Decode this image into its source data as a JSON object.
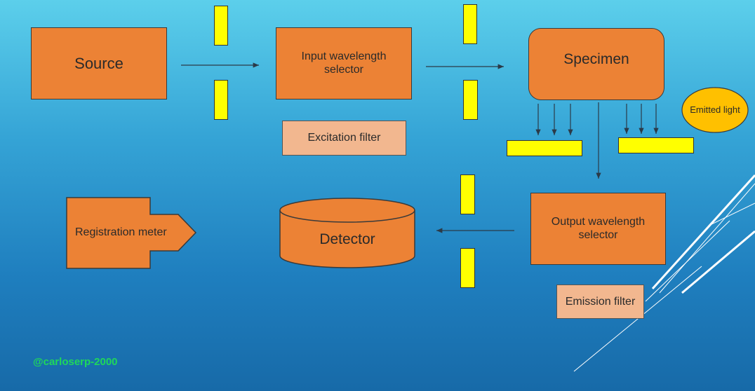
{
  "nodes": {
    "source": "Source",
    "input_selector": "Input wavelength selector",
    "specimen": "Specimen",
    "emitted_light": "Emitted light",
    "excitation_filter": "Excitation filter",
    "registration_meter": "Registration meter",
    "detector": "Detector",
    "output_selector": "Output wavelength selector",
    "emission_filter": "Emission filter"
  },
  "colors": {
    "box_fill": "#ec8235",
    "filter_fill": "#f2b78f",
    "slit_fill": "#ffff00",
    "emitted_fill": "#ffc000",
    "background_top": "#5ccfeb",
    "background_bottom": "#176aa8"
  },
  "watermark": "@carloserp-2000"
}
